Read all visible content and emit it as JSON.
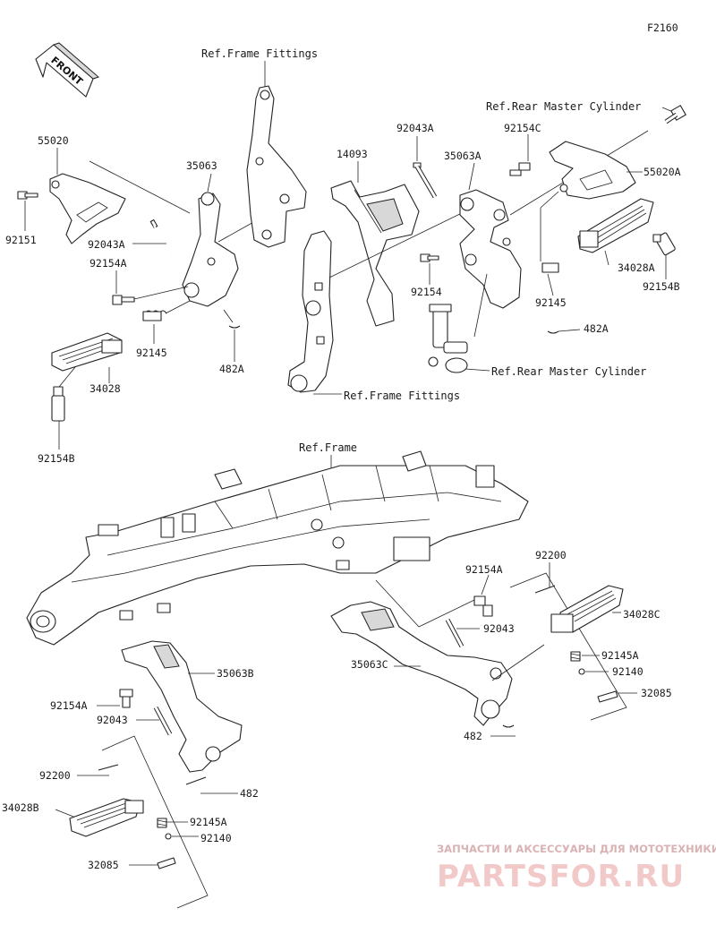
{
  "diagram_code": "F2160",
  "front_label": "FRONT",
  "refs": {
    "frame_fittings_top": "Ref.Frame Fittings",
    "frame_fittings_mid": "Ref.Frame Fittings",
    "rear_master_cyl_top": "Ref.Rear Master Cylinder",
    "rear_master_cyl_mid": "Ref.Rear Master Cylinder",
    "frame": "Ref.Frame"
  },
  "parts": [
    {
      "key": "p55020",
      "code": "55020"
    },
    {
      "key": "p92151",
      "code": "92151"
    },
    {
      "key": "p35063",
      "code": "35063"
    },
    {
      "key": "p92043A_l",
      "code": "92043A"
    },
    {
      "key": "p92154A_l",
      "code": "92154A"
    },
    {
      "key": "p92145_l",
      "code": "92145"
    },
    {
      "key": "p482A_l",
      "code": "482A"
    },
    {
      "key": "p34028",
      "code": "34028"
    },
    {
      "key": "p92154B_l",
      "code": "92154B"
    },
    {
      "key": "p14093",
      "code": "14093"
    },
    {
      "key": "p92043A_r",
      "code": "92043A"
    },
    {
      "key": "p35063A",
      "code": "35063A"
    },
    {
      "key": "p92154C",
      "code": "92154C"
    },
    {
      "key": "p55020A",
      "code": "55020A"
    },
    {
      "key": "p34028A",
      "code": "34028A"
    },
    {
      "key": "p92154B_r",
      "code": "92154B"
    },
    {
      "key": "p92154",
      "code": "92154"
    },
    {
      "key": "p92145_r",
      "code": "92145"
    },
    {
      "key": "p482A_r",
      "code": "482A"
    },
    {
      "key": "p92200_r",
      "code": "92200"
    },
    {
      "key": "p92154A_m",
      "code": "92154A"
    },
    {
      "key": "p34028C",
      "code": "34028C"
    },
    {
      "key": "p92043_m",
      "code": "92043"
    },
    {
      "key": "p35063C",
      "code": "35063C"
    },
    {
      "key": "p92145A_r",
      "code": "92145A"
    },
    {
      "key": "p92140_r",
      "code": "92140"
    },
    {
      "key": "p32085_r",
      "code": "32085"
    },
    {
      "key": "p482_m",
      "code": "482"
    },
    {
      "key": "p35063B",
      "code": "35063B"
    },
    {
      "key": "p92154A_b",
      "code": "92154A"
    },
    {
      "key": "p92043_b",
      "code": "92043"
    },
    {
      "key": "p92200_l",
      "code": "92200"
    },
    {
      "key": "p482_b",
      "code": "482"
    },
    {
      "key": "p34028B",
      "code": "34028B"
    },
    {
      "key": "p92145A_l",
      "code": "92145A"
    },
    {
      "key": "p92140_l",
      "code": "92140"
    },
    {
      "key": "p32085_l",
      "code": "32085"
    }
  ],
  "watermark": {
    "tagline": "ЗАПЧАСТИ И АКСЕССУАРЫ ДЛЯ МОТОТЕХНИКИ",
    "brand": "PARTSFOR.RU"
  },
  "colors": {
    "line": "#222222",
    "watermark": "#e8a8a8"
  }
}
